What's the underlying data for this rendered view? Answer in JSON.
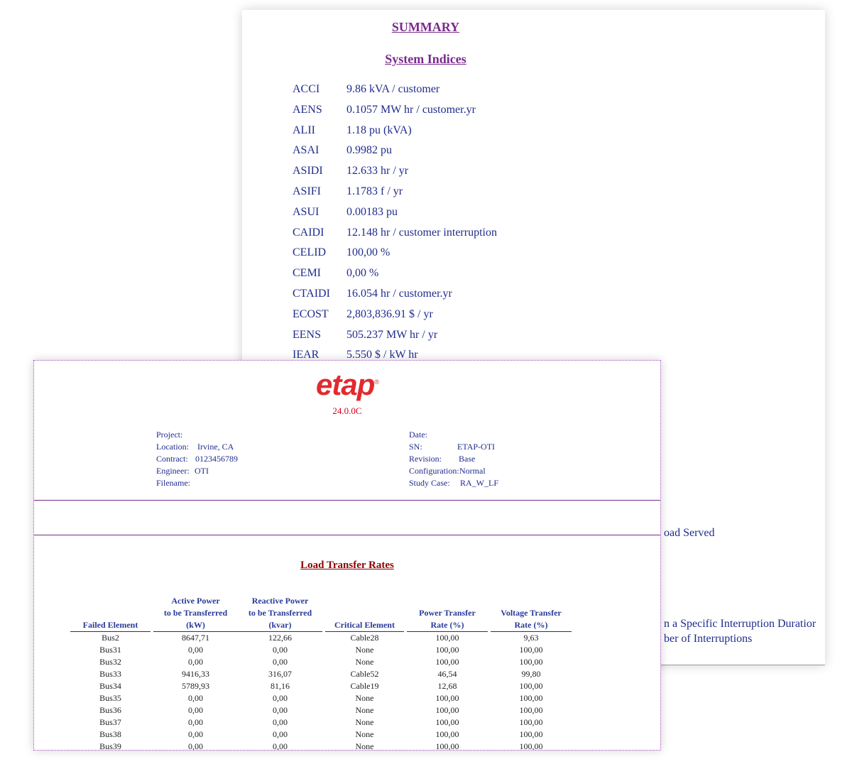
{
  "summary": {
    "title": "SUMMARY",
    "system_indices_title": "System Indices",
    "indices": [
      {
        "key": "ACCI",
        "value": "9.86 kVA / customer"
      },
      {
        "key": "AENS",
        "value": "0.1057 MW hr / customer.yr"
      },
      {
        "key": "ALII",
        "value": "1.18 pu (kVA)"
      },
      {
        "key": "ASAI",
        "value": "0.9982 pu"
      },
      {
        "key": "ASIDI",
        "value": "12.633 hr / yr"
      },
      {
        "key": "ASIFI",
        "value": "1.1783 f / yr"
      },
      {
        "key": "ASUI",
        "value": "0.00183 pu"
      },
      {
        "key": "CAIDI",
        "value": "12.148 hr / customer interruption"
      },
      {
        "key": "CELID",
        "value": "100,00 %"
      },
      {
        "key": "CEMI",
        "value": "0,00 %"
      },
      {
        "key": "CTAIDI",
        "value": "16.054 hr / customer.yr"
      },
      {
        "key": "ECOST",
        "value": "2,803,836.91 $ / yr"
      },
      {
        "key": "EENS",
        "value": "505.237 MW hr / yr"
      },
      {
        "key": "IEAR",
        "value": "5.550 $ / kW hr"
      }
    ],
    "fragments": {
      "load_served": "oad Served",
      "interruption_duration": "n a Specific Interruption Duratior",
      "number_of_interruptions": "ber of Interruptions"
    }
  },
  "report": {
    "logo_text": "etap",
    "logo_mark": "®",
    "version": "24.0.0C",
    "project_info": {
      "project_label": "Project:",
      "project_value": "",
      "location_label": "Location:",
      "location_value": "Irvine, CA",
      "contract_label": "Contract:",
      "contract_value": "0123456789",
      "engineer_label": "Engineer:",
      "engineer_value": "OTI",
      "filename_label": "Filename:",
      "filename_value": ""
    },
    "case_info": {
      "date_label": "Date:",
      "date_value": "",
      "sn_label": "SN:",
      "sn_value": "ETAP-OTI",
      "revision_label": "Revision:",
      "revision_value": "Base",
      "configuration_label": "Configuration:",
      "configuration_value": "Normal",
      "study_case_label": "Study Case:",
      "study_case_value": "RA_W_LF"
    },
    "load_transfer": {
      "title": "Load Transfer Rates",
      "columns": [
        {
          "lines": [
            "Failed Element"
          ]
        },
        {
          "lines": [
            "Active Power",
            "to be Transferred",
            "(kW)"
          ]
        },
        {
          "lines": [
            "Reactive Power",
            "to be Transferred",
            "(kvar)"
          ]
        },
        {
          "lines": [
            "Critical Element"
          ]
        },
        {
          "lines": [
            "Power Transfer",
            "Rate (%)"
          ]
        },
        {
          "lines": [
            "Voltage Transfer",
            "Rate (%)"
          ]
        }
      ],
      "rows": [
        [
          "Bus2",
          "8647,71",
          "122,66",
          "Cable28",
          "100,00",
          "9,63"
        ],
        [
          "Bus31",
          "0,00",
          "0,00",
          "None",
          "100,00",
          "100,00"
        ],
        [
          "Bus32",
          "0,00",
          "0,00",
          "None",
          "100,00",
          "100,00"
        ],
        [
          "Bus33",
          "9416,33",
          "316,07",
          "Cable52",
          "46,54",
          "99,80"
        ],
        [
          "Bus34",
          "5789,93",
          "81,16",
          "Cable19",
          "12,68",
          "100,00"
        ],
        [
          "Bus35",
          "0,00",
          "0,00",
          "None",
          "100,00",
          "100,00"
        ],
        [
          "Bus36",
          "0,00",
          "0,00",
          "None",
          "100,00",
          "100,00"
        ],
        [
          "Bus37",
          "0,00",
          "0,00",
          "None",
          "100,00",
          "100,00"
        ],
        [
          "Bus38",
          "0,00",
          "0,00",
          "None",
          "100,00",
          "100,00"
        ],
        [
          "Bus39",
          "0,00",
          "0,00",
          "None",
          "100,00",
          "100,00"
        ]
      ]
    }
  },
  "colors": {
    "title_purple": "#7a2a8c",
    "text_navy": "#1f2c8c",
    "logo_red": "#e12a2f",
    "table_title_red": "#8b0000"
  }
}
